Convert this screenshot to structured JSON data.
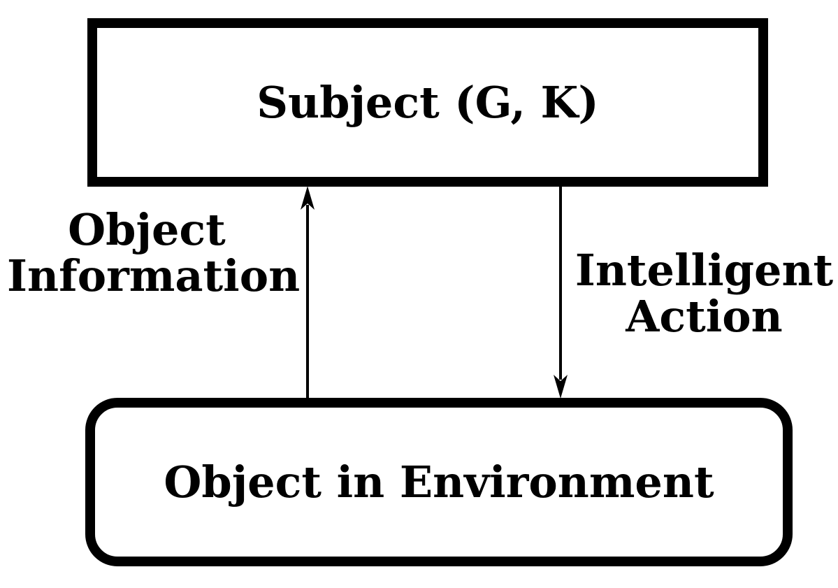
{
  "diagram": {
    "title": "Subject-Object interaction diagram",
    "background_color": "#ffffff",
    "stroke_color": "#000000",
    "nodes": {
      "subject": {
        "label": "Subject (G, K)",
        "shape": "rectangle"
      },
      "object": {
        "label": "Object in Environment",
        "shape": "rounded-rectangle"
      }
    },
    "edges": {
      "object_information": {
        "label": "Object Information",
        "from": "object",
        "to": "subject",
        "direction": "up"
      },
      "intelligent_action": {
        "label": "Intelligent Action",
        "from": "subject",
        "to": "object",
        "direction": "down"
      }
    }
  }
}
